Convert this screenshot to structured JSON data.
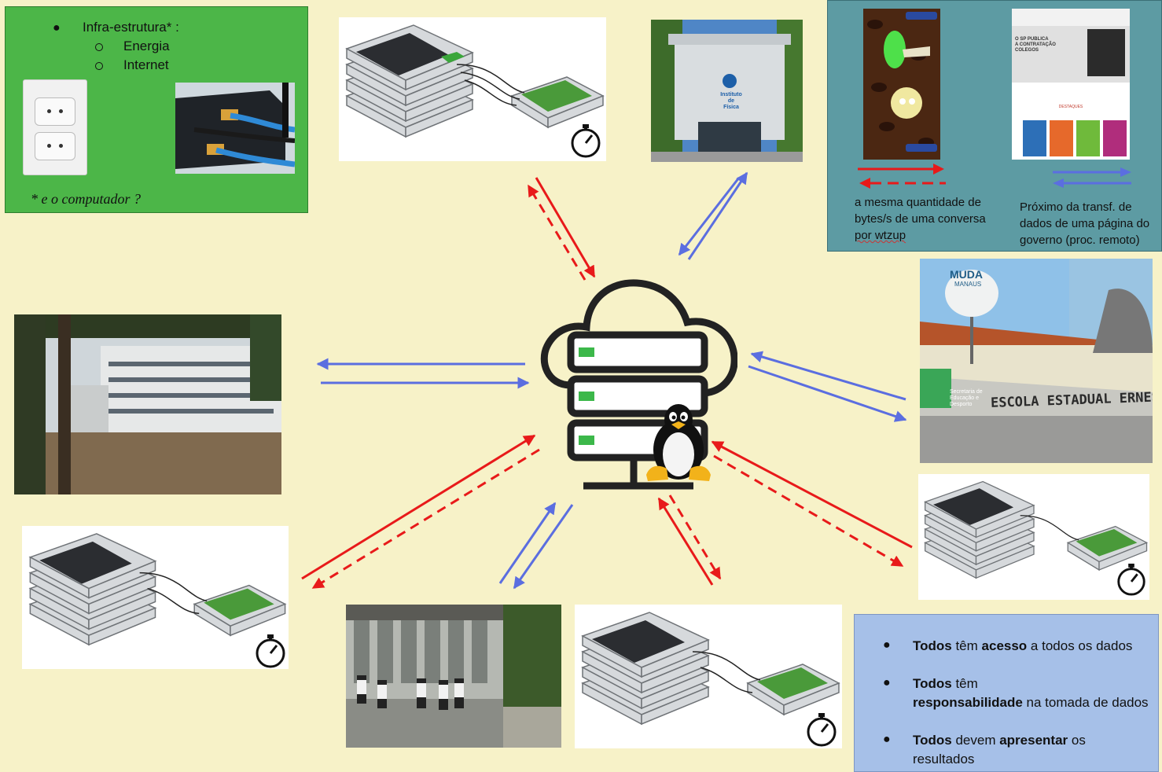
{
  "infra": {
    "title": "Infra-estrutura* :",
    "items": [
      "Energia",
      "Internet"
    ],
    "note": "* e o computador ?"
  },
  "teal_panel": {
    "left_caption": [
      "a mesma quantidade de",
      "bytes/s de uma conversa",
      "por wtzup"
    ],
    "right_caption": [
      "Próximo da transf. de",
      "dados de uma página do",
      "governo (proc. remoto)"
    ],
    "phone_buttons": [
      "",
      ""
    ],
    "site_headline": [
      "O SP PUBLICA",
      "A CONTRATAÇÃO",
      "COLEGOS"
    ],
    "site_section": "DESTAQUES"
  },
  "school_sign": {
    "balloon": "MUDA",
    "balloon_sub": "MANAUS",
    "wall_text": "ESCOLA ESTADUAL ERNEST",
    "plate": [
      "Secretaria de",
      "Educação e",
      "Desporto"
    ]
  },
  "physics_building": {
    "sign": [
      "Instituto",
      "de",
      "Física"
    ]
  },
  "blue_panel": {
    "items": [
      {
        "parts": [
          {
            "t": "Todos",
            "b": true
          },
          {
            "t": " têm ",
            "b": false
          },
          {
            "t": "acesso",
            "b": true
          },
          {
            "t": " a todos os dados",
            "b": false
          }
        ]
      },
      {
        "parts": [
          {
            "t": "Todos",
            "b": true
          },
          {
            "t": " têm ",
            "b": false
          },
          {
            "t": "responsabilidade",
            "b": true
          },
          {
            "t": " na tomada de dados",
            "b": false
          }
        ]
      },
      {
        "parts": [
          {
            "t": "Todos",
            "b": true
          },
          {
            "t": " devem ",
            "b": false
          },
          {
            "t": "apresentar",
            "b": true
          },
          {
            "t": " os resultados",
            "b": false
          }
        ]
      }
    ]
  },
  "colors": {
    "red": "#e81a1a",
    "blue": "#5b6ee0",
    "green_panel": "#4cb648",
    "teal_panel": "#5d9ba3",
    "blue_panel": "#a6c0e8",
    "server_green": "#3cb84a"
  },
  "icons": [
    "cloud-server-icon",
    "linux-penguin-icon",
    "stopwatch-icon",
    "power-socket-icon",
    "router-icon"
  ]
}
